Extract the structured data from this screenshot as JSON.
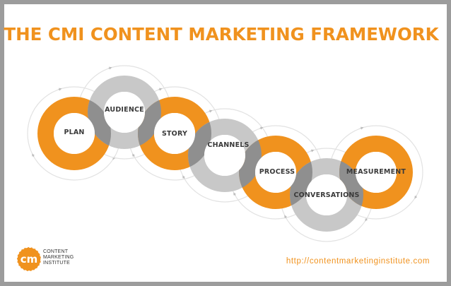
{
  "title": "THE CMI CONTENT MARKETING FRAMEWORK",
  "stages": [
    {
      "label": "PLAN",
      "color": "orange"
    },
    {
      "label": "AUDIENCE",
      "color": "gray"
    },
    {
      "label": "STORY",
      "color": "orange"
    },
    {
      "label": "CHANNELS",
      "color": "gray"
    },
    {
      "label": "PROCESS",
      "color": "orange"
    },
    {
      "label": "CONVERSATIONS",
      "color": "gray"
    },
    {
      "label": "MEASUREMENT",
      "color": "orange"
    }
  ],
  "colors": {
    "accent": "#f0921e",
    "ring_gray": "#c8c8c8",
    "overlap": "#8f8f8f",
    "border": "#9c9c9c"
  },
  "logo": {
    "mark": "cm",
    "line1": "CONTENT",
    "line2": "MARKETING",
    "line3": "INSTITUTE"
  },
  "url": "http://contentmarketinginstitute.com"
}
